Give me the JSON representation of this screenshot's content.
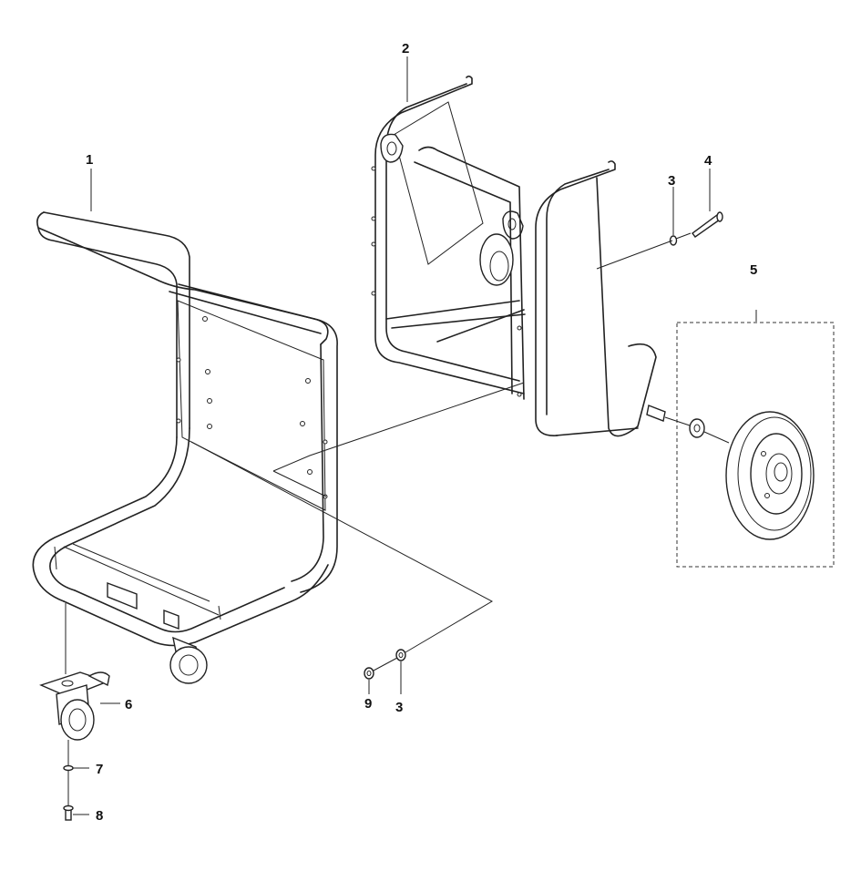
{
  "callouts": [
    {
      "id": "callout-1",
      "label": "1"
    },
    {
      "id": "callout-2",
      "label": "2"
    },
    {
      "id": "callout-3a",
      "label": "3"
    },
    {
      "id": "callout-4",
      "label": "4"
    },
    {
      "id": "callout-5",
      "label": "5"
    },
    {
      "id": "callout-6",
      "label": "6"
    },
    {
      "id": "callout-7",
      "label": "7"
    },
    {
      "id": "callout-8",
      "label": "8"
    },
    {
      "id": "callout-9",
      "label": "9"
    },
    {
      "id": "callout-3b",
      "label": "3"
    }
  ],
  "colors": {
    "line": "#222222",
    "background": "#ffffff"
  }
}
